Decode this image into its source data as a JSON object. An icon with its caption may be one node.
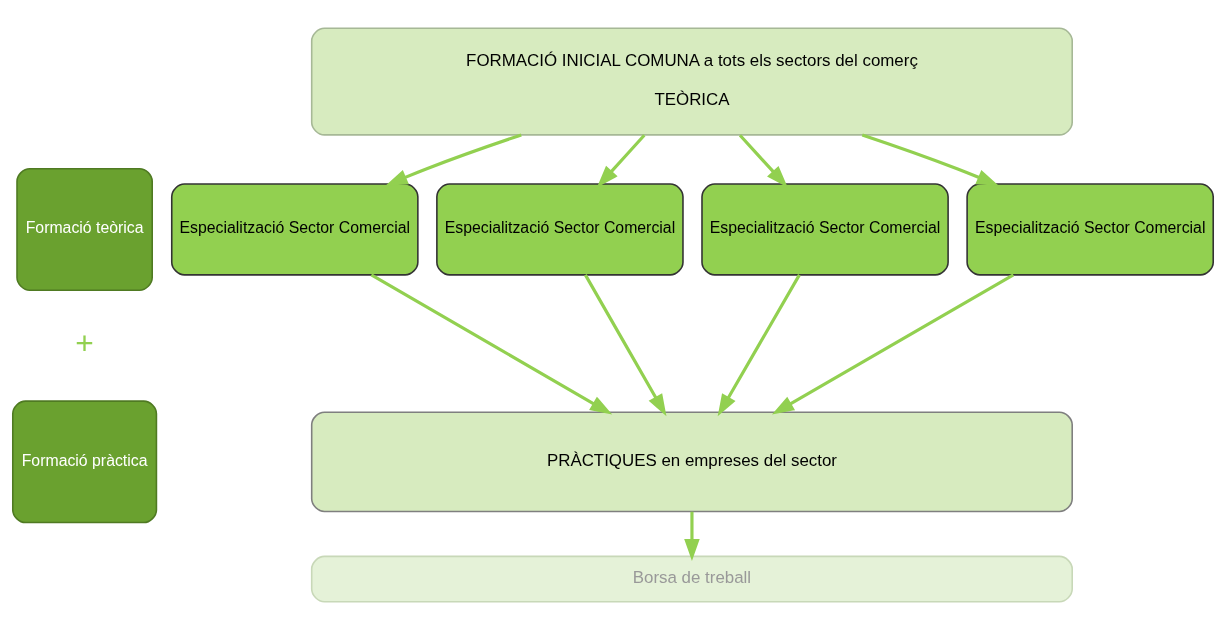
{
  "diagram": {
    "nodes": [
      {
        "text": [
          "Formació teòrica"
        ]
      },
      {
        "text": [
          "Formació pràctica"
        ]
      },
      {
        "text": [
          "FORMACIÓ INICIAL COMUNA a tots els sectors del comerç",
          "TEÒRICA"
        ]
      },
      {
        "text": [
          "Especialització Sector Comercial"
        ]
      },
      {
        "text": [
          "Especialització Sector Comercial"
        ]
      },
      {
        "text": [
          "Especialització Sector Comercial"
        ]
      },
      {
        "text": [
          "Especialització Sector Comercial"
        ]
      },
      {
        "text": [
          "PRÀCTIQUES en empreses del sector"
        ]
      },
      {
        "text": [
          "Borsa de treball"
        ]
      }
    ],
    "edges": [
      {
        "from": 2,
        "to": 3,
        "arrow": "to"
      },
      {
        "from": 2,
        "to": 4,
        "arrow": "to"
      },
      {
        "from": 2,
        "to": 5,
        "arrow": "to"
      },
      {
        "from": 2,
        "to": 6,
        "arrow": "to"
      },
      {
        "from": 3,
        "to": 7,
        "arrow": "to"
      },
      {
        "from": 4,
        "to": 7,
        "arrow": "to"
      },
      {
        "from": 5,
        "to": 7,
        "arrow": "to"
      },
      {
        "from": 6,
        "to": 7,
        "arrow": "to"
      },
      {
        "from": 7,
        "to": 8,
        "arrow": "to"
      }
    ],
    "labels": [
      "+"
    ]
  }
}
